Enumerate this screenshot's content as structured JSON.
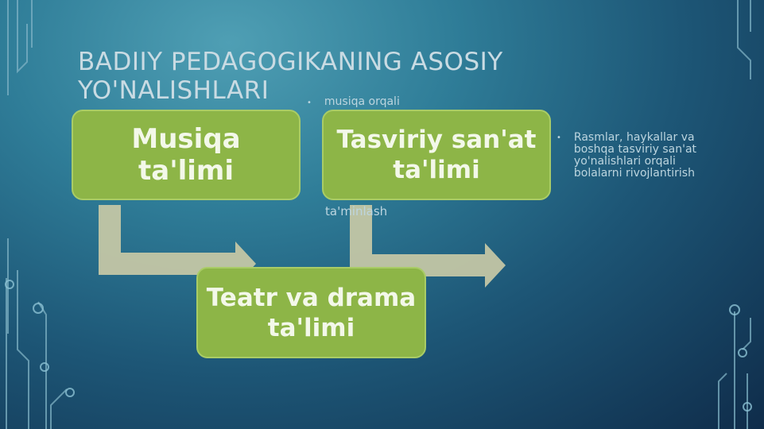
{
  "slide": {
    "title_line1": "BADIIY PEDAGOGIKANING ASOSIY",
    "title_line2": "YO'NALISHLARI"
  },
  "boxes": {
    "music": "Musiqa ta'limi",
    "fine_art": "Tasviriy san'at ta'limi",
    "theatre": "Teatr va drama ta'limi"
  },
  "notes": {
    "top_bullet": "musiqa orqali",
    "middle_fragment": "ta'minlash",
    "right_bullet": "Rasmlar, haykallar va boshqa tasviriy san'at yo'nalishlari orqali bolalarni rivojlantirish"
  },
  "colors": {
    "box_fill": "#8db547",
    "box_border": "#a9cc66",
    "arrow": "#c8c9a6",
    "title": "#c9dbe3"
  }
}
